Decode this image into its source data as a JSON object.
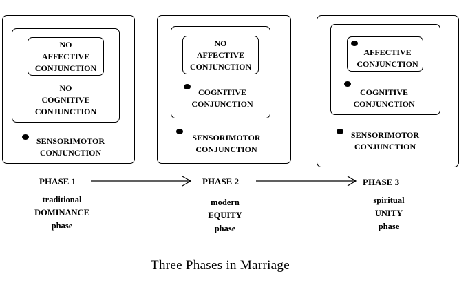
{
  "phases": [
    {
      "label": "PHASE 1",
      "affective": "NO\nAFFECTIVE\nCONJUNCTION",
      "cognitive": "NO\nCOGNITIVE\nCONJUNCTION",
      "sensorimotor": "SENSORIMOTOR\nCONJUNCTION",
      "desc_line1": "traditional",
      "desc_line2": "DOMINANCE",
      "desc_line3": "phase"
    },
    {
      "label": "PHASE 2",
      "affective": "NO\nAFFECTIVE\nCONJUNCTION",
      "cognitive": "COGNITIVE\nCONJUNCTION",
      "sensorimotor": "SENSORIMOTOR\nCONJUNCTION",
      "desc_line1": "modern",
      "desc_line2": "EQUITY",
      "desc_line3": "phase"
    },
    {
      "label": "PHASE 3",
      "affective": "AFFECTIVE\nCONJUNCTION",
      "cognitive": "COGNITIVE\nCONJUNCTION",
      "sensorimotor": "SENSORIMOTOR\nCONJUNCTION",
      "desc_line1": "spiritual",
      "desc_line2": "UNITY",
      "desc_line3": "phase"
    }
  ],
  "caption": "Three Phases in Marriage"
}
